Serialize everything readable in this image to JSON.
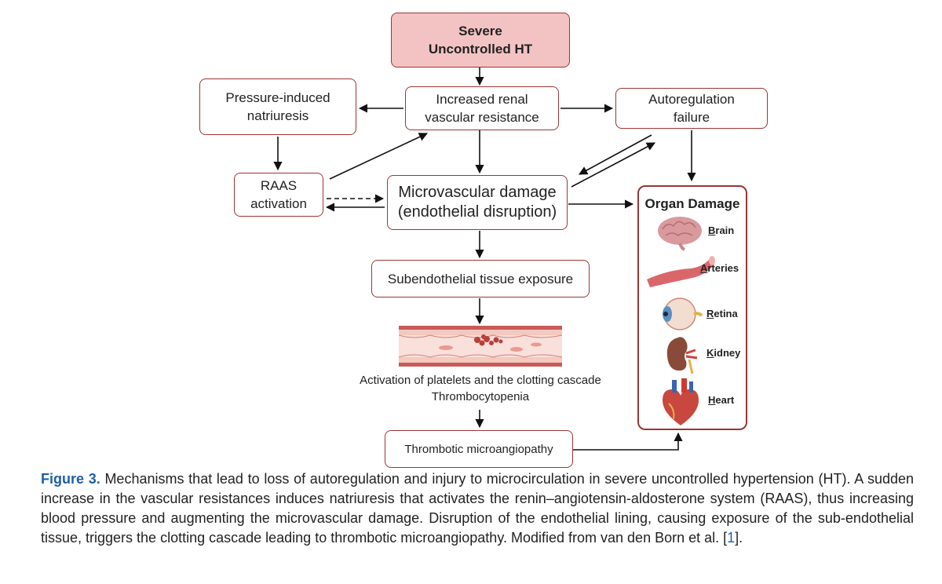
{
  "nodes": {
    "severe": [
      "Severe",
      "Uncontrolled HT"
    ],
    "renal": [
      "Increased renal",
      "vascular resistance"
    ],
    "natriuresis": [
      "Pressure-induced",
      "natriuresis"
    ],
    "autoreg": [
      "Autoregulation",
      "failure"
    ],
    "raas": [
      "RAAS",
      "activation"
    ],
    "micro": [
      "Microvascular damage",
      "(endothelial disruption)"
    ],
    "subendo": "Subendothelial tissue exposure",
    "tma": "Thrombotic microangiopathy"
  },
  "platelets_text": [
    "Activation of platelets and the clotting cascade",
    "Thrombocytopenia"
  ],
  "organ_damage": {
    "title": "Organ Damage",
    "organs": [
      {
        "initial": "B",
        "rest": "rain",
        "icon": "brain-icon"
      },
      {
        "initial": "A",
        "rest": "rteries",
        "icon": "artery-icon"
      },
      {
        "initial": "R",
        "rest": "etina",
        "icon": "eye-icon"
      },
      {
        "initial": "K",
        "rest": "idney",
        "icon": "kidney-icon"
      },
      {
        "initial": "H",
        "rest": "eart",
        "icon": "heart-icon"
      }
    ]
  },
  "caption": {
    "label": "Figure 3.",
    "text_before_ref": " Mechanisms that lead to loss of autoregulation and injury to microcirculation in severe uncontrolled hypertension (HT). A sudden increase in the vascular resistances induces natriuresis that activates the renin–angiotensin-aldosterone system (RAAS), thus increasing blood pressure and augmenting the microvascular damage. Disruption of the endothelial lining, causing exposure of the sub-endothelial tissue, triggers the clotting cascade leading to thrombotic microangiopathy. Modified from van den Born et al. [",
    "ref": "1",
    "text_after_ref": "]."
  },
  "colors": {
    "box_border": "#9b3535",
    "top_fill": "#f3c3c3",
    "caption_accent": "#1f5fa8"
  }
}
